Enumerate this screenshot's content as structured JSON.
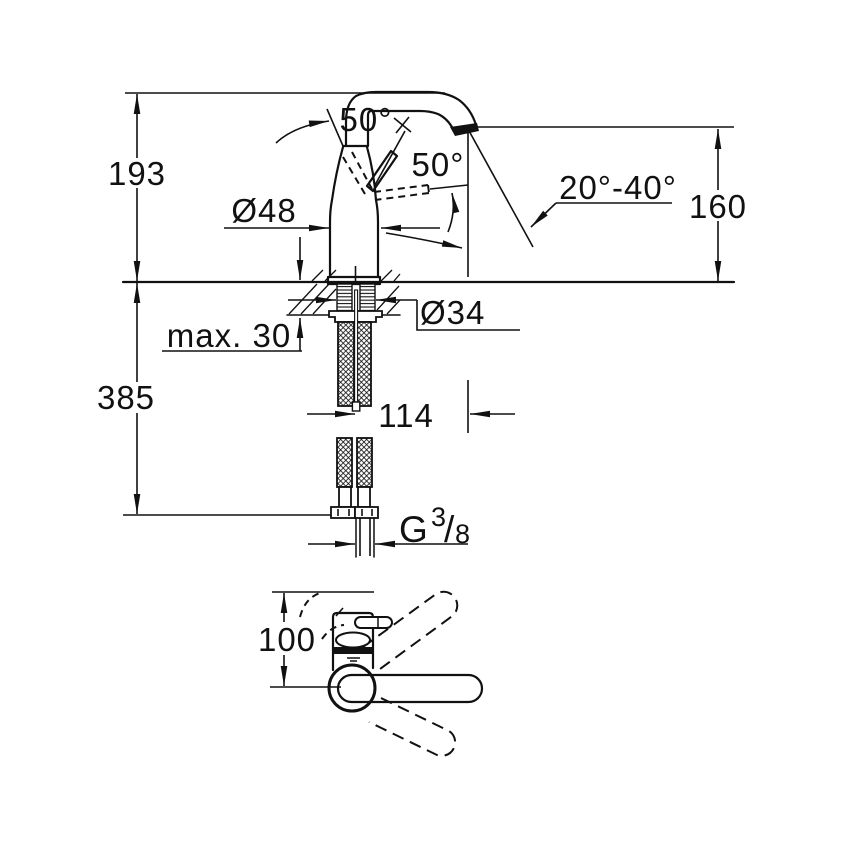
{
  "page": {
    "background": "#ffffff",
    "line_color": "#111111"
  },
  "side_view": {
    "labels": {
      "total_height": "193",
      "below_deck_height": "385",
      "base_diameter": "Ø48",
      "lever_open_angle": "50°",
      "lever_swing_angle": "50°",
      "spray_angle_range": "20°-40°",
      "spout_height": "160",
      "mounting_hole_diameter": "Ø34",
      "max_deck_thickness": "max. 30",
      "spout_reach": "114",
      "connection_thread": {
        "prefix": "G",
        "numerator": "3",
        "fraction_slash": "/",
        "denominator": "8"
      }
    }
  },
  "top_view": {
    "labels": {
      "lever_clearance": "100"
    }
  }
}
